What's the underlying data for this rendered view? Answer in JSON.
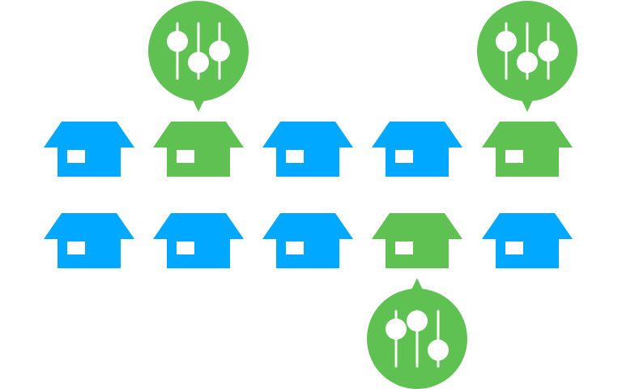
{
  "colors": {
    "background": "#ffffff",
    "house_default": "#00a8ff",
    "house_highlighted": "#5fc152",
    "window": "#ffffff",
    "callout": "#5fc152",
    "callout_icon": "#ffffff"
  },
  "icons": {
    "house": "house-icon",
    "callout": "equalizer-icon"
  },
  "houses": [
    {
      "row": 1,
      "col": 1,
      "state": "default"
    },
    {
      "row": 1,
      "col": 2,
      "state": "highlighted"
    },
    {
      "row": 1,
      "col": 3,
      "state": "default"
    },
    {
      "row": 1,
      "col": 4,
      "state": "default"
    },
    {
      "row": 1,
      "col": 5,
      "state": "highlighted"
    },
    {
      "row": 2,
      "col": 1,
      "state": "default"
    },
    {
      "row": 2,
      "col": 2,
      "state": "default"
    },
    {
      "row": 2,
      "col": 3,
      "state": "default"
    },
    {
      "row": 2,
      "col": 4,
      "state": "highlighted"
    },
    {
      "row": 2,
      "col": 5,
      "state": "default"
    }
  ],
  "callouts": [
    {
      "row": 1,
      "col": 2,
      "direction": "above"
    },
    {
      "row": 1,
      "col": 5,
      "direction": "above"
    },
    {
      "row": 2,
      "col": 4,
      "direction": "below"
    }
  ]
}
